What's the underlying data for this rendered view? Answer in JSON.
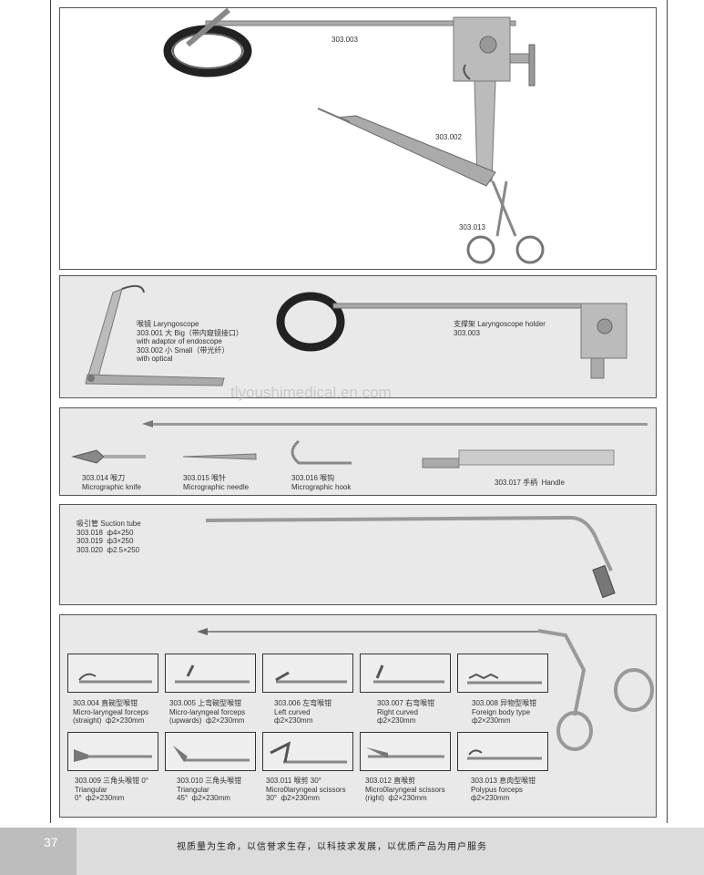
{
  "panel1": {
    "code_303003": "303.003",
    "code_303002": "303.002",
    "code_303013": "303.013"
  },
  "panel2": {
    "laryngoscope": "喉镜 Laryngoscope\n303.001 大 Big（带内窥镜接口）\nwith adaptor of endoscope\n303.002 小 Small（带光纤）\nwith optical",
    "holder": "支撑架 Laryngoscope holder\n303.003"
  },
  "watermark": "tlyoushimedical.en.com",
  "panel3": {
    "knife": "303.014 喉刀\nMicrographic knife",
    "needle": "303.015 喉针\nMicrographic needle",
    "hook": "303.016 喉钩\nMicrographic hook",
    "handle": "303.017 手柄  Handle"
  },
  "panel4": {
    "suction": "吸引管 Suction tube\n303.018  ф4×250\n303.019  ф3×250\n303.020  ф2.5×250"
  },
  "panel5": {
    "items": [
      "303.004 直碗型喉钳\nMicro-laryngeal forceps\n(straight)  ф2×230mm",
      "303.005 上弯碗型喉钳\nMicro-laryngeal forceps\n(upwards)  ф2×230mm",
      "303.006 左弯喉钳\nLeft curved\nф2×230mm",
      "303.007 右弯喉钳\nRight curved\nф2×230mm",
      "303.008 异物型喉钳\nForeign body type\nф2×230mm",
      "303.009 三角头喉钳 0°\nTriangular\n0°  ф2×230mm",
      "303.010 三角头喉钳\nTriangular\n45°  ф2×230mm",
      "303.011 喉剪 30°\nMicro0laryngeal scissors\n30°  ф2×230mm",
      "303.012 直喉剪\nMicro0laryngeal scissors\n(right)  ф2×230mm",
      "303.013 息肉型喉钳\nPolypus forceps\nф2×230mm"
    ]
  },
  "footer": {
    "page_number": "37",
    "slogan": "视质量为生命，以信誉求生存，以科技求发展，以优质产品为用户服务"
  }
}
